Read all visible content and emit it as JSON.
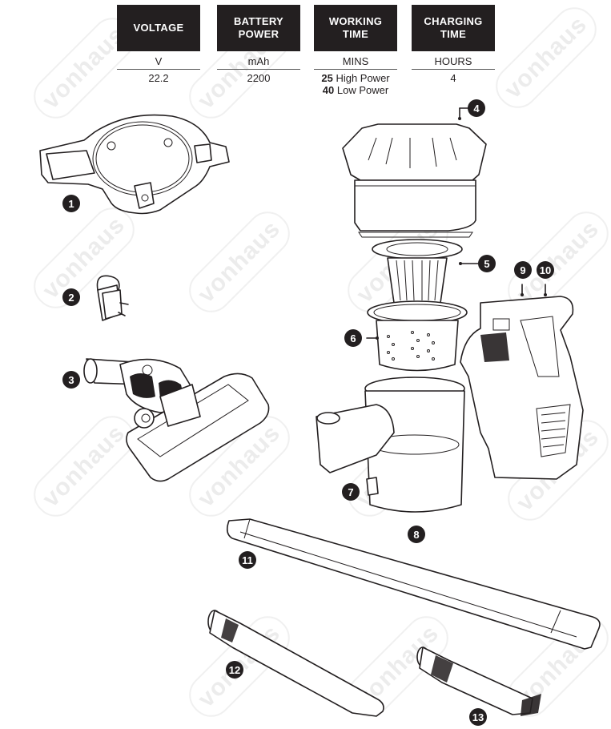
{
  "watermark": "vonhaus",
  "specs": [
    {
      "header": [
        "VOLTAGE"
      ],
      "unit": "V",
      "value": "22.2"
    },
    {
      "header": [
        "BATTERY",
        "POWER"
      ],
      "unit": "mAh",
      "value": "2200"
    },
    {
      "header": [
        "WORKING",
        "TIME"
      ],
      "unit": "MINS",
      "value_lines": [
        {
          "num": "25",
          "label": "High Power"
        },
        {
          "num": "40",
          "label": "Low Power"
        }
      ]
    },
    {
      "header": [
        "CHARGING",
        "TIME"
      ],
      "unit": "HOURS",
      "value": "4"
    }
  ],
  "callouts": [
    {
      "n": "1",
      "part": "wall-mount-bracket"
    },
    {
      "n": "2",
      "part": "charger-adapter"
    },
    {
      "n": "3",
      "part": "motorised-floor-brush"
    },
    {
      "n": "4",
      "part": "cyclone-cover"
    },
    {
      "n": "5",
      "part": "hepa-filter"
    },
    {
      "n": "6",
      "part": "mesh-filter"
    },
    {
      "n": "7",
      "part": "dust-bin-release"
    },
    {
      "n": "8",
      "part": "dust-bin"
    },
    {
      "n": "9",
      "part": "power-button"
    },
    {
      "n": "10",
      "part": "mode-button"
    },
    {
      "n": "11",
      "part": "extension-tube"
    },
    {
      "n": "12",
      "part": "crevice-tool"
    },
    {
      "n": "13",
      "part": "brush-tool"
    }
  ]
}
